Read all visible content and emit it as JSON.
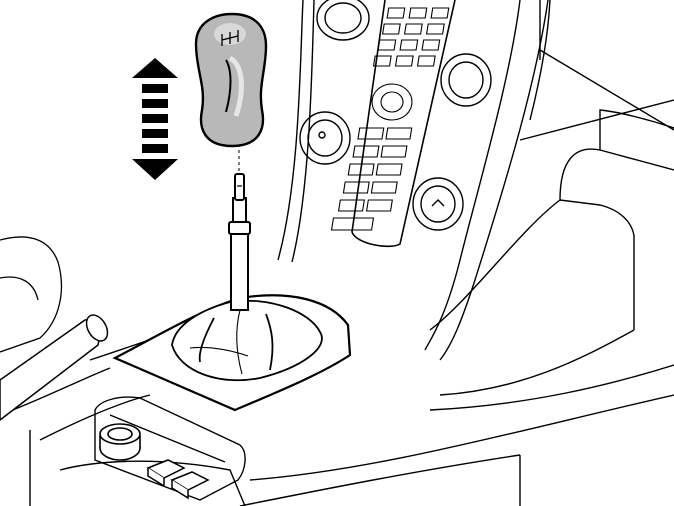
{
  "figure": {
    "kind": "technical line illustration",
    "depicts": "gear-shift-knob-removal",
    "motion_indicator": "up-down-arrow",
    "text_labels": []
  },
  "colors": {
    "line": "#000000",
    "background": "#ffffff",
    "knob_fill": "#b8b8b8",
    "knob_highlight": "#e6e6e6",
    "arrow_fill": "#000000"
  }
}
